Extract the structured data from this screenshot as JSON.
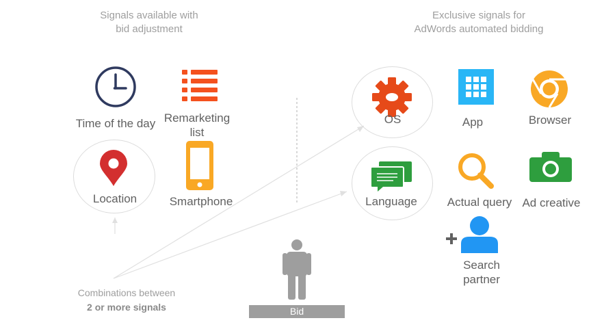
{
  "header_left": {
    "line1": "Signals available with",
    "line2": "bid adjustment"
  },
  "header_right": {
    "line1": "Exclusive signals for",
    "line2": "AdWords automated bidding"
  },
  "signals_left": {
    "time": "Time of the day",
    "remarketing": {
      "line1": "Remarketing",
      "line2": "list"
    },
    "location": "Location",
    "smartphone": "Smartphone"
  },
  "signals_right": {
    "os": "OS",
    "app": "App",
    "browser": "Browser",
    "language": "Language",
    "actual_query": "Actual query",
    "ad_creative": "Ad creative",
    "search_partner": {
      "line1": "Search",
      "line2": "partner"
    }
  },
  "combinations": {
    "line1": "Combinations between",
    "line2": "2 or more signals"
  },
  "bid_label": "Bid",
  "colors": {
    "os": "#e64a19",
    "app": "#29b6f6",
    "browser": "#f9a825",
    "language": "#2e9e3e",
    "query": "#f9a825",
    "camera": "#2e9e3e",
    "person": "#2196f3",
    "clock": "#2f3a5f",
    "list": "#f4511e",
    "pin": "#d32f2f",
    "phone": "#f9a825",
    "bid": "#9e9e9e"
  }
}
